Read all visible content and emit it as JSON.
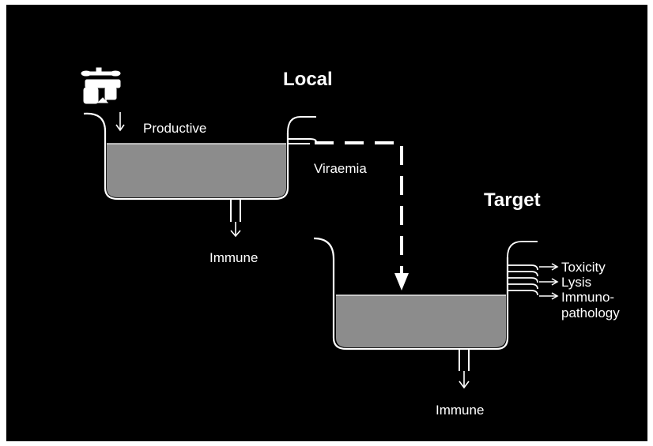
{
  "colors": {
    "background": "#000000",
    "water": "#8c8c8c",
    "stroke": "#ffffff"
  },
  "diagram": {
    "local_title": "Local",
    "target_title": "Target",
    "productive_label": "Productive",
    "viraemia_label": "Viraemia",
    "immune_local_label": "Immune",
    "immune_target_label": "Immune",
    "outputs": [
      "Toxicity",
      "Lysis",
      "Immuno-",
      "pathology"
    ],
    "icon": "tap-icon"
  }
}
